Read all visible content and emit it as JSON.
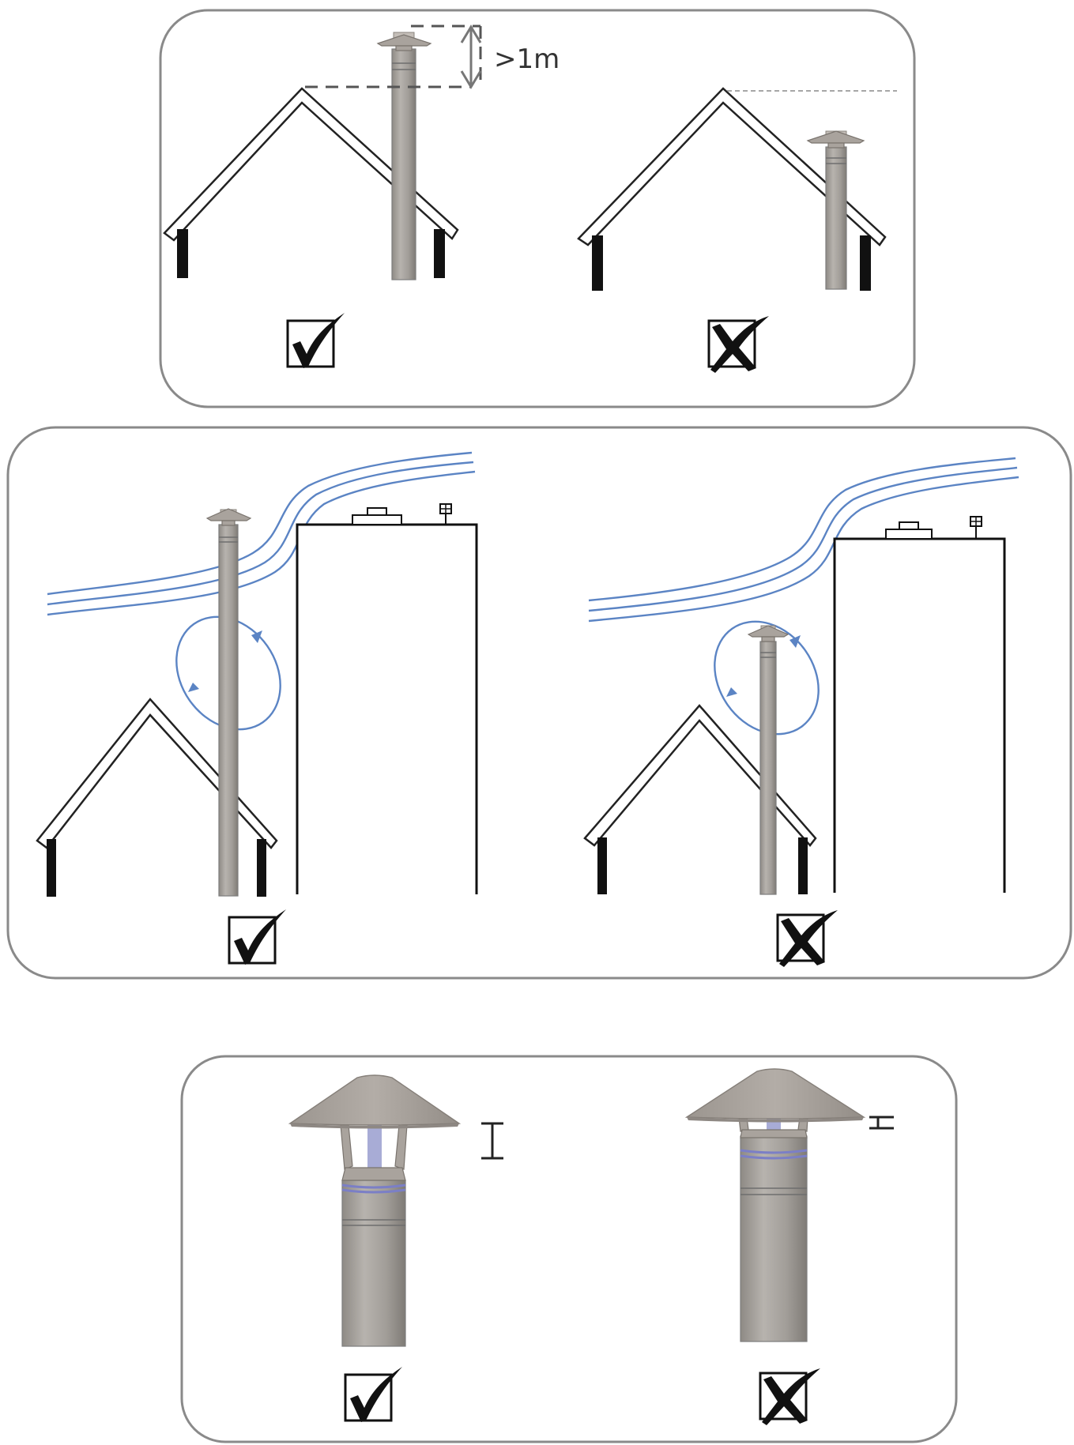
{
  "panels": [
    {
      "id": "height-above-ridge",
      "dimension_label": ">1m",
      "left_verdict": "correct",
      "right_verdict": "incorrect"
    },
    {
      "id": "nearby-building-wind",
      "left_verdict": "correct",
      "right_verdict": "incorrect"
    },
    {
      "id": "cowl-gap",
      "left_verdict": "correct",
      "right_verdict": "incorrect"
    }
  ],
  "colors": {
    "wind": "#5b84c4",
    "pipe": "#9c9892",
    "frame": "#8a8a8a",
    "ink": "#111111"
  },
  "icons": {
    "correct": "checkmark-icon",
    "incorrect": "cross-icon"
  }
}
